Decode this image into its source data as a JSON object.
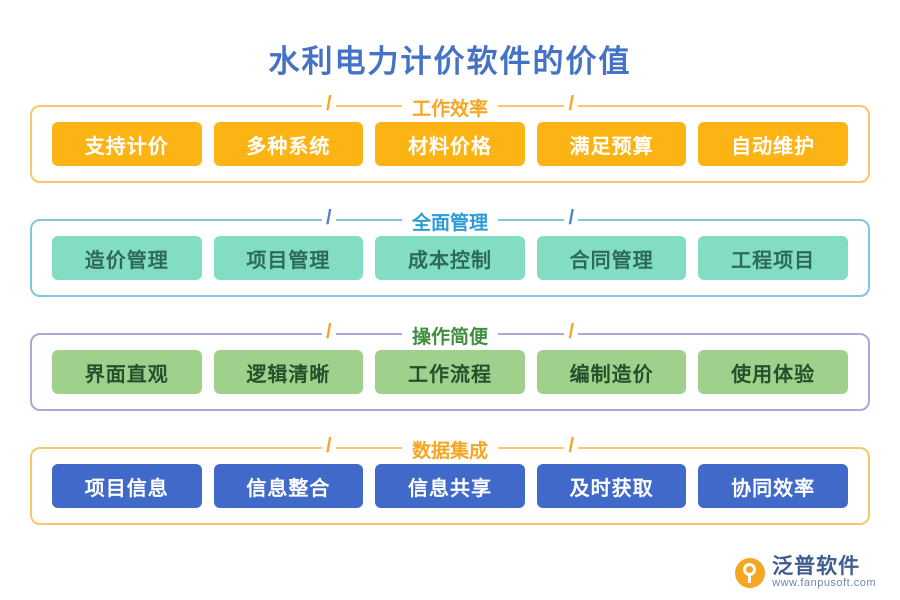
{
  "title": "水利电力计价软件的价值",
  "colors": {
    "title": "#4472c4",
    "orange": "#fcb415",
    "teal": "#83ddc4",
    "green": "#9fd18c",
    "blue": "#4169c9"
  },
  "divider": "/",
  "sections": [
    {
      "label": "工作效率",
      "chips": [
        "支持计价",
        "多种系统",
        "材料价格",
        "满足预算",
        "自动维护"
      ]
    },
    {
      "label": "全面管理",
      "chips": [
        "造价管理",
        "项目管理",
        "成本控制",
        "合同管理",
        "工程项目"
      ]
    },
    {
      "label": "操作简便",
      "chips": [
        "界面直观",
        "逻辑清晰",
        "工作流程",
        "编制造价",
        "使用体验"
      ]
    },
    {
      "label": "数据集成",
      "chips": [
        "项目信息",
        "信息整合",
        "信息共享",
        "及时获取",
        "协同效率"
      ]
    }
  ],
  "logo": {
    "name": "泛普软件",
    "url": "www.fanpusoft.com"
  }
}
